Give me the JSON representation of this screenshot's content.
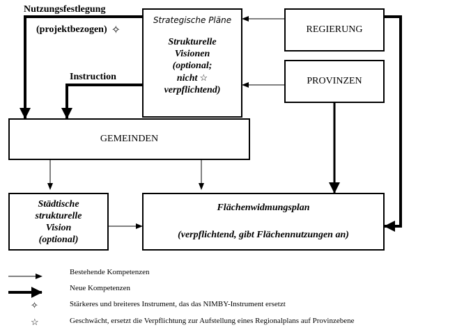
{
  "boxes": {
    "strategic": {
      "title": "Strategische Pläne",
      "body": [
        "Strukturelle",
        "Visionen",
        "(optional;",
        "nicht",
        "verpflichtend)"
      ]
    },
    "government": "REGIERUNG",
    "provinces": "PROVINZEN",
    "municipalities": "GEMEINDEN",
    "urban_vision": [
      "Städtische",
      "strukturelle",
      "Vision",
      "(optional)"
    ],
    "zoning_plan": {
      "title": "Flächenwidmungsplan",
      "subtitle": "(verpflichtend, gibt Flächennutzungen an)"
    }
  },
  "labels": {
    "usage": "Nutzungsfestlegung",
    "project": "(projektbezogen)",
    "instruction": "Instruction"
  },
  "legend": [
    {
      "icon": "thin-arrow",
      "text": "Bestehende Kompetenzen"
    },
    {
      "icon": "thick-arrow",
      "text": "Neue Kompetenzen"
    },
    {
      "icon": "four-point-star",
      "text": "Stärkeres und breiteres Instrument, das das NIMBY-Instrument ersetzt"
    },
    {
      "icon": "star-outline",
      "text": "Geschwächt, ersetzt die Verpflichtung zur Aufstellung eines Regionalplans auf Provinzebene"
    }
  ]
}
